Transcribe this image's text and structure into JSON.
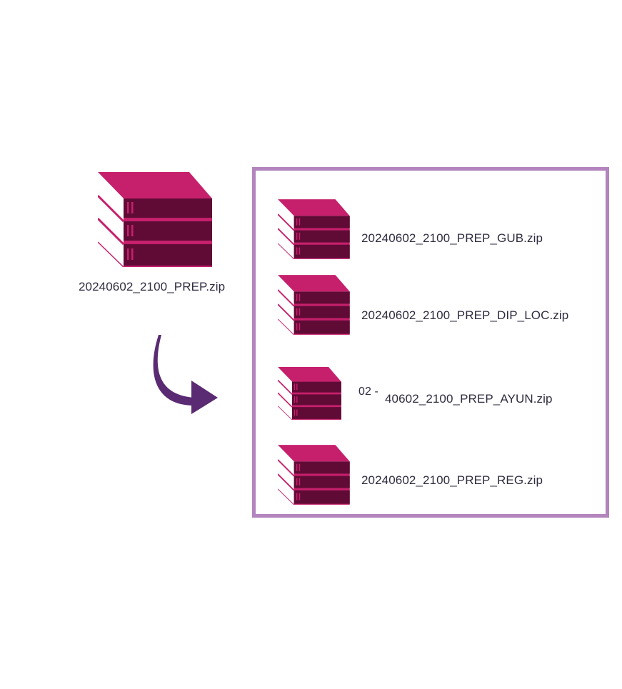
{
  "source": {
    "filename": "20240602_2100_PREP.zip",
    "icon": "archive-stack-icon"
  },
  "arrow": {
    "icon": "curved-arrow-right-icon",
    "color": "#5a2a72"
  },
  "outputs": [
    {
      "filename": "20240602_2100_PREP_GUB.zip"
    },
    {
      "filename": "20240602_2100_PREP_DIP_LOC.zip"
    },
    {
      "filename_fragment_a": "02 -",
      "filename_fragment_b": "40602_2100_PREP_AYUN.zip"
    },
    {
      "filename": "20240602_2100_PREP_REG.zip"
    }
  ],
  "colors": {
    "top": "#c6206c",
    "front": "#600b36",
    "accent": "#c6206c",
    "frame": "#b384bd",
    "text": "#2f2c40"
  }
}
